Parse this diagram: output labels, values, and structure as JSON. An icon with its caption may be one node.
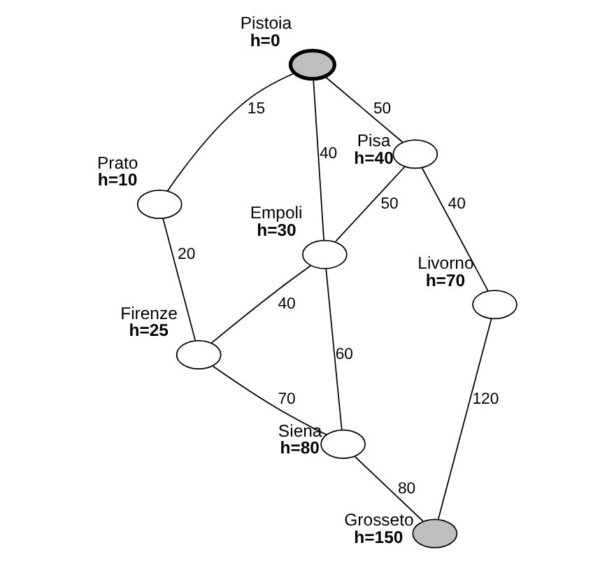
{
  "diagram": {
    "nodes": [
      {
        "text": [],
        "shape": "ellipse",
        "beside": [
          "Pistoia",
          "h=0"
        ]
      },
      {
        "text": [],
        "shape": "ellipse",
        "beside": [
          "Prato",
          "h=10"
        ]
      },
      {
        "text": [],
        "shape": "ellipse",
        "beside": [
          "Pisa",
          "h=40"
        ]
      },
      {
        "text": [],
        "shape": "ellipse",
        "beside": [
          "Firenze",
          "h=25"
        ]
      },
      {
        "text": [],
        "shape": "ellipse",
        "beside": [
          "Empoli",
          "h=30"
        ]
      },
      {
        "text": [],
        "shape": "ellipse",
        "beside": [
          "Livorno",
          "h=70"
        ]
      },
      {
        "text": [],
        "shape": "ellipse",
        "beside": [
          "Siena",
          "h=80"
        ]
      },
      {
        "text": [],
        "shape": "ellipse",
        "beside": [
          "Grosseto",
          "h=150"
        ]
      }
    ],
    "edges": [
      {
        "from": 0,
        "to": 1,
        "arrow": "none",
        "label": "15"
      },
      {
        "from": 0,
        "to": 2,
        "arrow": "none",
        "label": "50"
      },
      {
        "from": 0,
        "to": 4,
        "arrow": "none",
        "label": "40"
      },
      {
        "from": 1,
        "to": 3,
        "arrow": "none",
        "label": "20"
      },
      {
        "from": 2,
        "to": 4,
        "arrow": "none",
        "label": "50"
      },
      {
        "from": 4,
        "to": 3,
        "arrow": "none",
        "label": "40"
      },
      {
        "from": 3,
        "to": 6,
        "arrow": "none",
        "label": "70"
      },
      {
        "from": 4,
        "to": 6,
        "arrow": "none",
        "label": "60"
      },
      {
        "from": 2,
        "to": 5,
        "arrow": "none",
        "label": "40"
      },
      {
        "from": 5,
        "to": 7,
        "arrow": "none",
        "label": "120"
      },
      {
        "from": 6,
        "to": 7,
        "arrow": "none",
        "label": "80"
      }
    ]
  }
}
